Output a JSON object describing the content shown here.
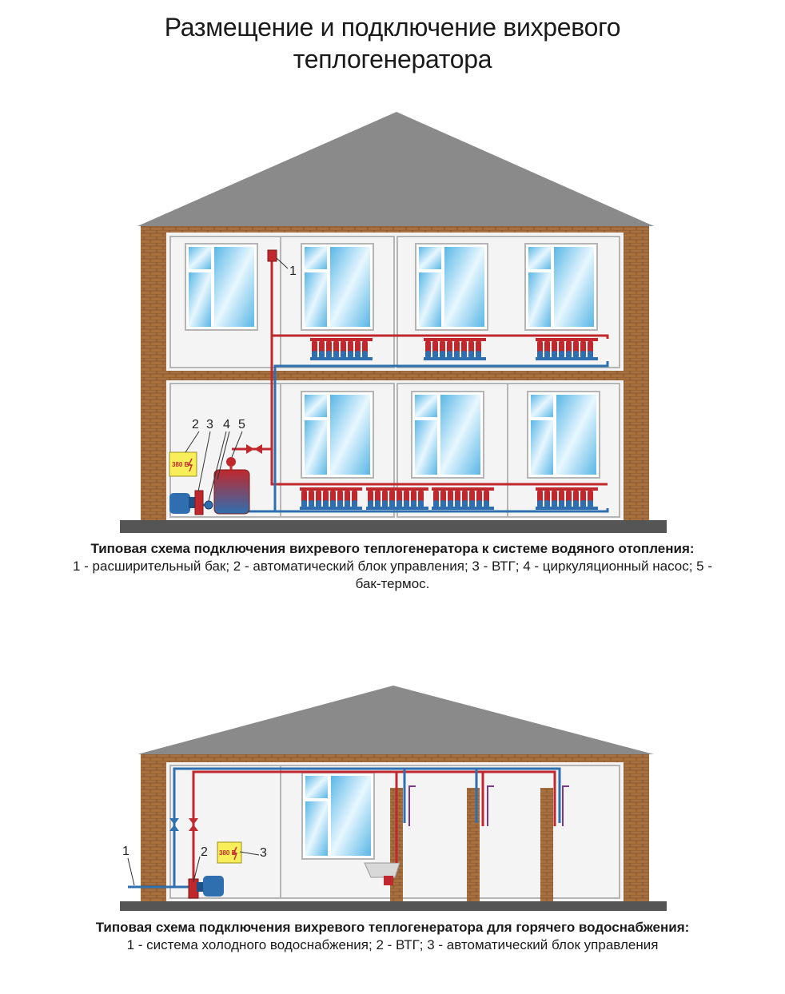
{
  "title": {
    "line1": "Размещение и подключение вихревого",
    "line2": "теплогенератора"
  },
  "diagram1": {
    "labels": [
      "1",
      "2",
      "3",
      "4",
      "5"
    ],
    "control_voltage": "380 В",
    "caption_bold": "Типовая схема подключения вихревого теплогенератора к системе водяного отопления:",
    "caption_plain": "1 - расширительный бак; 2 - автоматический блок управления; 3 - ВТГ; 4 - циркуляционный насос; 5 - бак-термос."
  },
  "diagram2": {
    "labels": [
      "1",
      "2",
      "3"
    ],
    "control_voltage": "380 В",
    "caption_bold": "Типовая схема подключения вихревого теплогенератора для горячего водоснабжения:",
    "caption_plain": "1 - система холодного водоснабжения; 2 - ВТГ; 3 - автоматический блок управления"
  },
  "colors": {
    "roof": "#8a8a8a",
    "brick": "#a8703f",
    "hot_pipe": "#c0282d",
    "cold_pipe": "#2f6fb0",
    "glass": "#8fd0f0",
    "ground": "#555555",
    "drain": "#7a3a8a"
  }
}
